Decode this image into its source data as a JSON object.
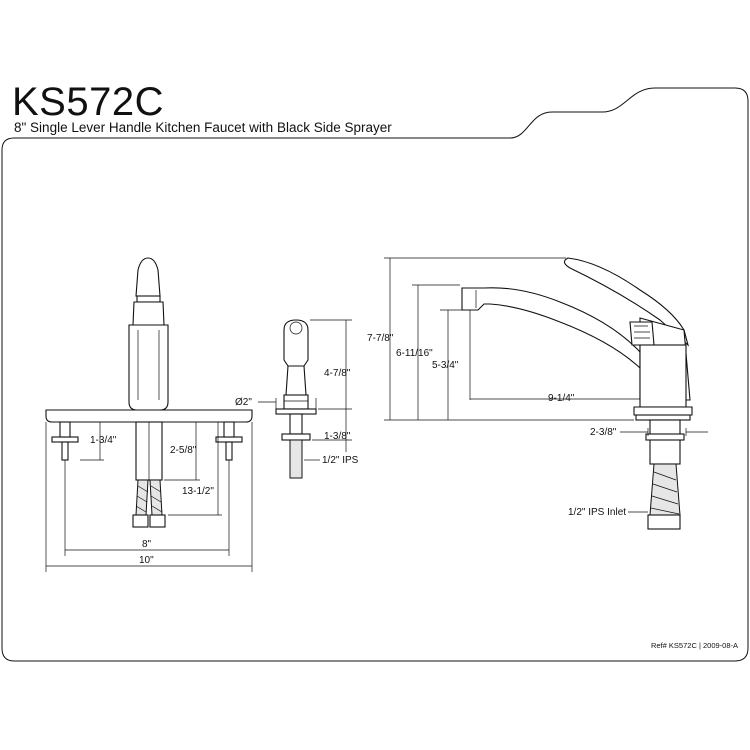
{
  "title": "KS572C",
  "subtitle": "8\" Single Lever Handle Kitchen Faucet with Black Side Sprayer",
  "reference": "Ref# KS572C | 2009-08-A",
  "dimensions": {
    "front_base_to_inlet": "1-3/4\"",
    "front_shank_length": "2-5/8\"",
    "front_hose_length": "13-1/2\"",
    "front_center_spacing": "8\"",
    "front_overall_width": "10\"",
    "sprayer_diameter": "Ø2\"",
    "sprayer_height": "4-7/8\"",
    "sprayer_shank": "1-3/8\"",
    "sprayer_connection": "1/2\" IPS",
    "side_overall_height": "7-7/8\"",
    "side_handle_height": "6-11/16\"",
    "side_spout_clearance": "5-3/4\"",
    "side_spout_reach": "9-1/4\"",
    "side_base_offset": "2-3/8\"",
    "side_inlet": "1/2\" IPS Inlet"
  }
}
